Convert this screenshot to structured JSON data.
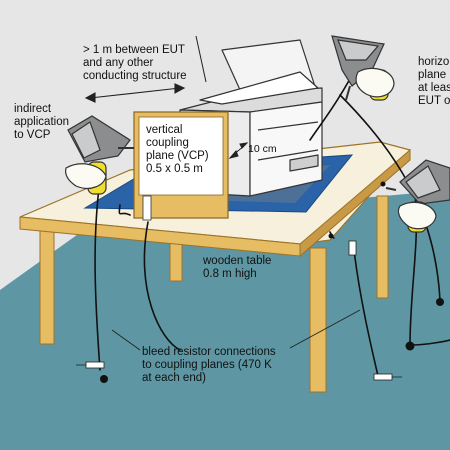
{
  "labels": {
    "distance": "> 1 m between EUT\nand any other\nconducting structure",
    "indirect": "indirect\napplication\nto VCP",
    "vcp": "vertical\ncoupling\nplane (VCP)\n0.5 x 0.5 m",
    "gap": "10 cm",
    "table": "wooden table\n0.8 m high",
    "bleed": "bleed resistor connections\nto coupling planes (470 K\nat each end)",
    "horizontal": "horizo\nplane\nat leas\nEUT o"
  },
  "colors": {
    "floor": "#5e97a3",
    "background": "#e6e6e6",
    "wood": "#e7bd63",
    "wood_dark": "#b98a35",
    "hcp": "#2a63a8",
    "gun_body": "#8b8d8f",
    "gun_handle": "#f0dd2c",
    "hand": "#fbfbf4",
    "eut": "#f4f4f4"
  },
  "icons": [
    "esd-gun-icon",
    "printer-eut-icon",
    "double-arrow-icon"
  ]
}
